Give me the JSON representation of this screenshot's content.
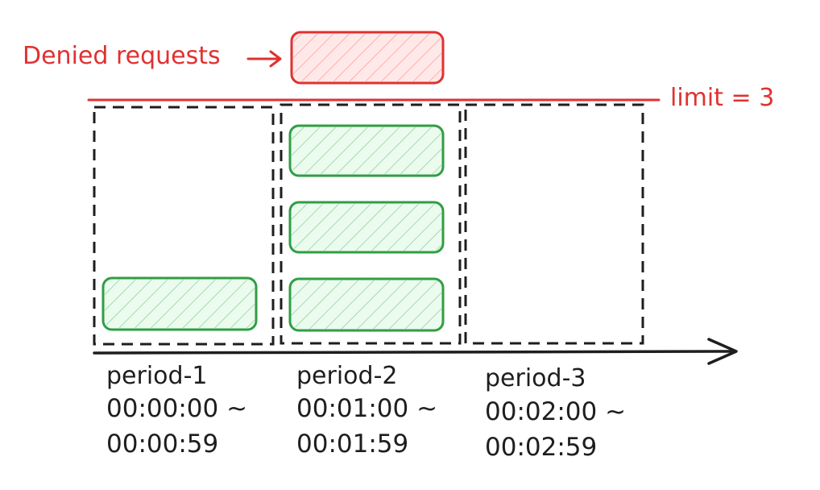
{
  "colors": {
    "stroke": "#1e1e1e",
    "limit": "#e03131",
    "denied_fill": "#ffc9c9",
    "allowed_stroke": "#2f9e44",
    "allowed_fill": "#b2f2bb"
  },
  "labels": {
    "denied_requests": "Denied requests",
    "limit": "limit = 3"
  },
  "periods": [
    {
      "name": "period-1",
      "start": "00:00:00 ~",
      "end": "00:00:59",
      "requests": 1
    },
    {
      "name": "period-2",
      "start": "00:01:00 ~",
      "end": "00:01:59",
      "requests": 3
    },
    {
      "name": "period-3",
      "start": "00:02:00 ~",
      "end": "00:02:59",
      "requests": 0
    }
  ],
  "denied_count": 1,
  "limit_value": 3
}
